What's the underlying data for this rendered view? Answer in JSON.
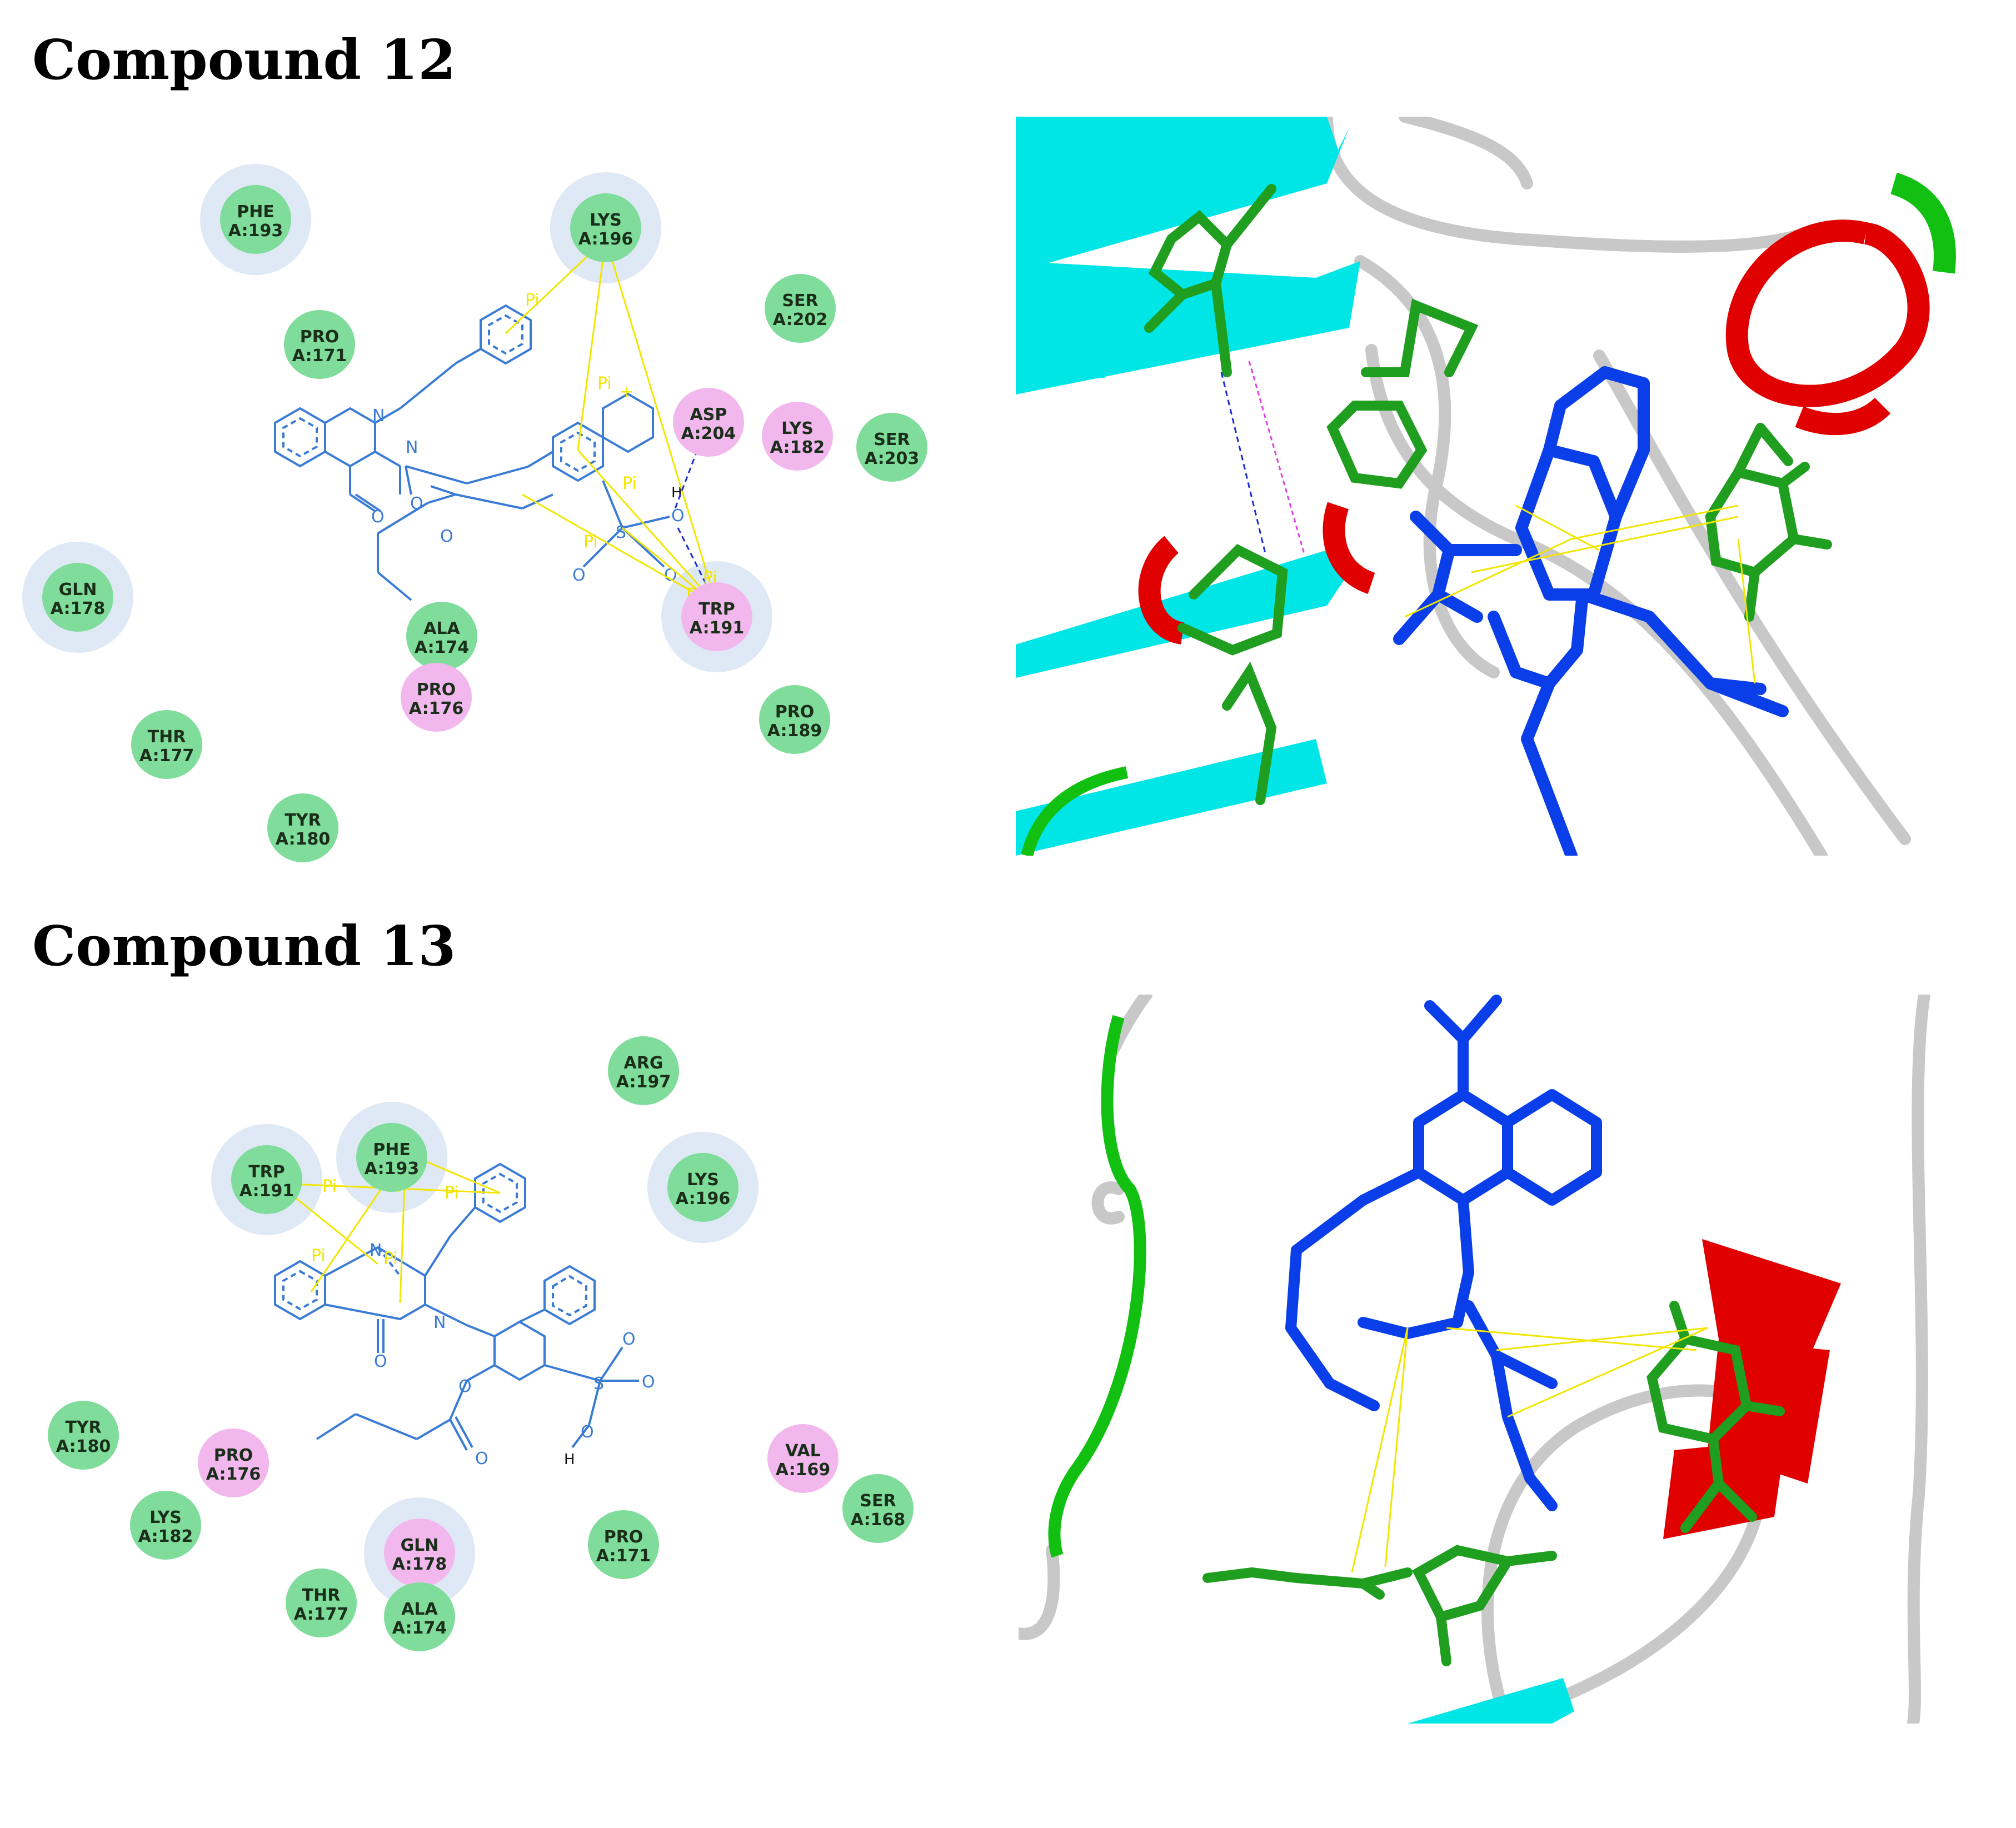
{
  "headings": {
    "compound12": "Compound 12",
    "compound13": "Compound 13"
  },
  "colors": {
    "vdw_residue": "#7fdc9a",
    "pi_residue": "#f2b8ee",
    "halo": "#dfe9f6",
    "ligand_2d": "#3a7bd5",
    "pi_bond": "#f2e600",
    "h_bond": "#1b2bd6",
    "helix": "#e00000",
    "strand": "#00e5e5",
    "coil": "#c8c8c8",
    "turn": "#12c012",
    "ligand_3d": "#0a3ee8",
    "residue_3d": "#1f9e1f"
  },
  "compound12_2d": {
    "residues": [
      {
        "name": "PHE",
        "id": "A:193",
        "type": "vdw",
        "halo": true
      },
      {
        "name": "LYS",
        "id": "A:196",
        "type": "vdw",
        "halo": true
      },
      {
        "name": "SER",
        "id": "A:202",
        "type": "vdw",
        "halo": false
      },
      {
        "name": "PRO",
        "id": "A:171",
        "type": "vdw",
        "halo": false
      },
      {
        "name": "ASP",
        "id": "A:204",
        "type": "pi",
        "halo": false
      },
      {
        "name": "LYS",
        "id": "A:182",
        "type": "pi",
        "halo": false
      },
      {
        "name": "SER",
        "id": "A:203",
        "type": "vdw",
        "halo": false
      },
      {
        "name": "GLN",
        "id": "A:178",
        "type": "vdw",
        "halo": true
      },
      {
        "name": "ALA",
        "id": "A:174",
        "type": "vdw",
        "halo": false
      },
      {
        "name": "TRP",
        "id": "A:191",
        "type": "pi",
        "halo": true
      },
      {
        "name": "PRO",
        "id": "A:176",
        "type": "pi",
        "halo": false
      },
      {
        "name": "THR",
        "id": "A:177",
        "type": "vdw",
        "halo": false
      },
      {
        "name": "PRO",
        "id": "A:189",
        "type": "vdw",
        "halo": false
      },
      {
        "name": "TYR",
        "id": "A:180",
        "type": "vdw",
        "halo": false
      }
    ],
    "pi_label": "Pi",
    "atoms": {
      "n1": "N",
      "n2": "N",
      "o1": "O",
      "o2": "O",
      "o3": "O",
      "s": "S",
      "o4": "O",
      "o5": "O",
      "oh": "O",
      "h": "H",
      "plus": "+"
    }
  },
  "compound13_2d": {
    "residues": [
      {
        "name": "ARG",
        "id": "A:197",
        "type": "vdw",
        "halo": false
      },
      {
        "name": "PHE",
        "id": "A:193",
        "type": "vdw",
        "halo": true
      },
      {
        "name": "TRP",
        "id": "A:191",
        "type": "vdw",
        "halo": true
      },
      {
        "name": "LYS",
        "id": "A:196",
        "type": "vdw",
        "halo": true
      },
      {
        "name": "TYR",
        "id": "A:180",
        "type": "vdw",
        "halo": false
      },
      {
        "name": "PRO",
        "id": "A:176",
        "type": "pi",
        "halo": false
      },
      {
        "name": "VAL",
        "id": "A:169",
        "type": "pi",
        "halo": false
      },
      {
        "name": "SER",
        "id": "A:168",
        "type": "vdw",
        "halo": false
      },
      {
        "name": "LYS",
        "id": "A:182",
        "type": "vdw",
        "halo": false
      },
      {
        "name": "GLN",
        "id": "A:178",
        "type": "pi",
        "halo": true
      },
      {
        "name": "PRO",
        "id": "A:171",
        "type": "vdw",
        "halo": false
      },
      {
        "name": "THR",
        "id": "A:177",
        "type": "vdw",
        "halo": false
      },
      {
        "name": "ALA",
        "id": "A:174",
        "type": "vdw",
        "halo": false
      }
    ],
    "pi_label": "Pi",
    "atoms": {
      "n1": "N",
      "n2": "N",
      "o1": "O",
      "o2": "O",
      "o3": "O",
      "s": "S",
      "o4": "O",
      "o5": "O",
      "oh": "O",
      "h": "H",
      "plus": "+"
    }
  }
}
